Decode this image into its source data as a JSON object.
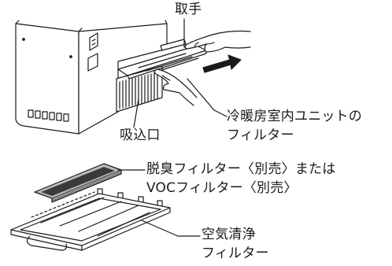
{
  "labels": {
    "handle": "取手",
    "indoor_unit_filter_line1": "冷暖房室内ユニットの",
    "indoor_unit_filter_line2": "フィルター",
    "intake": "吸込口",
    "deodorizing_filter_line1": "脱臭フィルター〈別売〉または",
    "deodorizing_filter_line2": "VOCフィルター〈別売〉",
    "air_cleaning_filter_line1": "空気清浄",
    "air_cleaning_filter_line2": "フィルター"
  },
  "colors": {
    "line": "#1a1a1a",
    "gray_fill": "#bdbdbd",
    "dark_fill": "#3a3a3a",
    "background": "#ffffff"
  }
}
